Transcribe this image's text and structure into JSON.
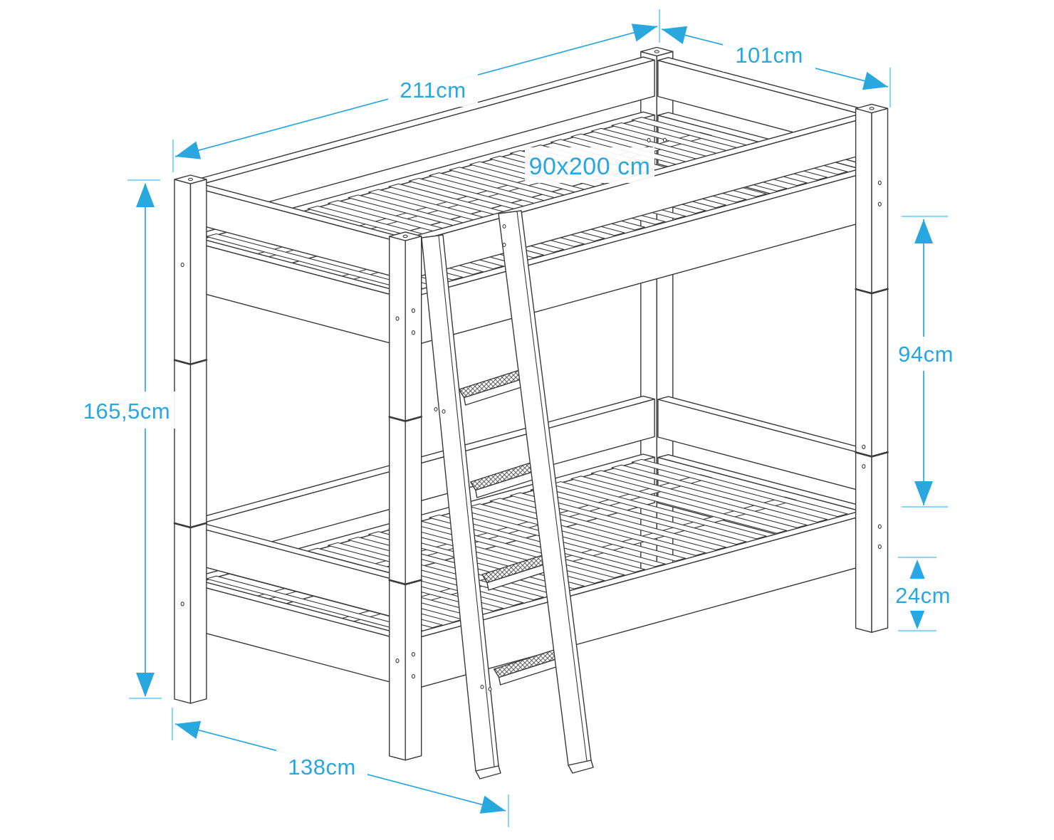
{
  "diagram": {
    "labels": {
      "length": "211cm",
      "width": "101cm",
      "mattress_size": "90x200 cm",
      "total_height": "165,5cm",
      "clearance_height": "94cm",
      "base_height": "24cm",
      "depth_with_ladder": "138cm"
    },
    "colors": {
      "dimension": "#29A8DF",
      "tick": "#8FD6F2",
      "line": "#3A3A3A",
      "background": "#FFFFFF"
    }
  }
}
